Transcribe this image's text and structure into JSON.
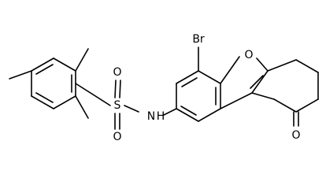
{
  "molecule": {
    "atom_labels": {
      "bromine": "Br",
      "furan_oxygen": "O",
      "ketone_oxygen": "O",
      "sulfonyl_oxygen_top": "O",
      "sulfonyl_oxygen_bottom": "O",
      "sulfur": "S",
      "nitrogen": "N",
      "nitrogen_hydrogen": "H"
    }
  }
}
